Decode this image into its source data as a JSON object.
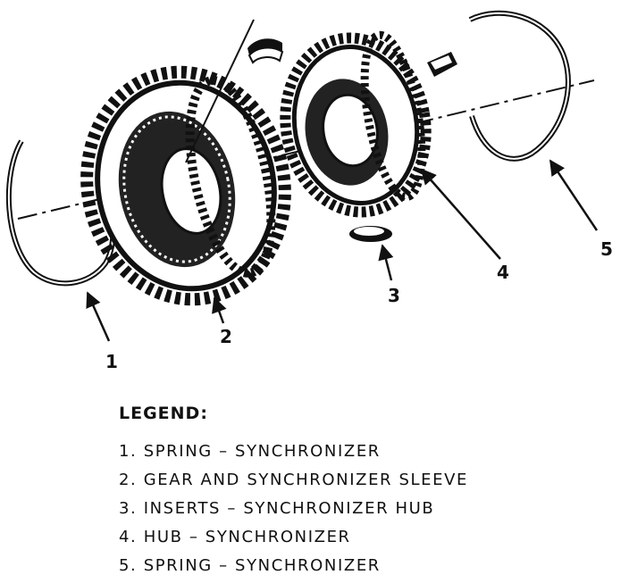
{
  "diagram": {
    "callouts": [
      "1",
      "2",
      "3",
      "4",
      "5"
    ]
  },
  "legend": {
    "title": "LEGEND:",
    "items": [
      "1.  SPRING – SYNCHRONIZER",
      "2.  GEAR AND SYNCHRONIZER SLEEVE",
      "3.  INSERTS – SYNCHRONIZER HUB",
      "4.  HUB – SYNCHRONIZER",
      "5.  SPRING – SYNCHRONIZER"
    ]
  },
  "colors": {
    "ink": "#111111",
    "paper": "#ffffff"
  }
}
